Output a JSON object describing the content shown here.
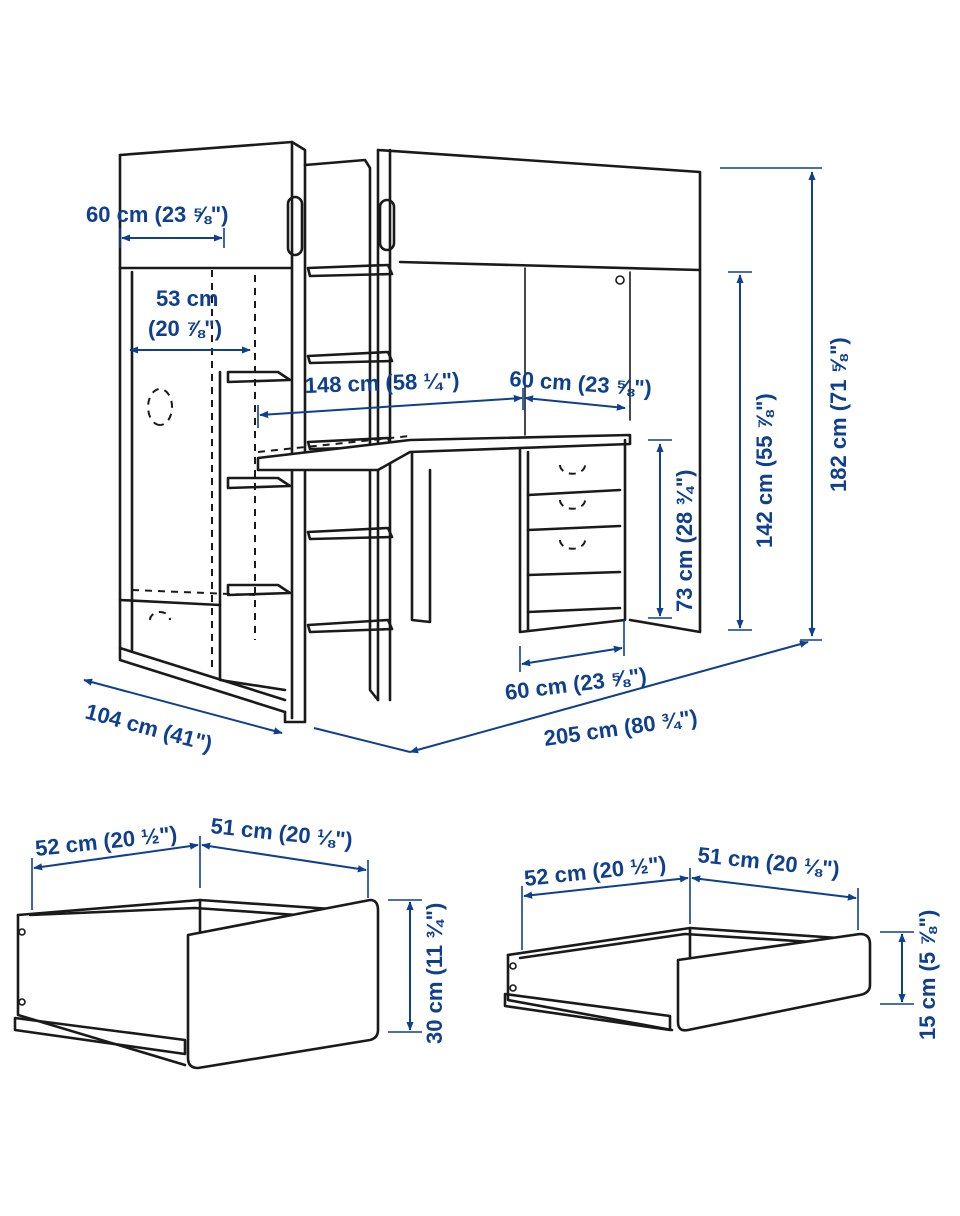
{
  "colors": {
    "dimension": "#0f3f8f",
    "outline": "#1a1a1a",
    "background": "#ffffff"
  },
  "bed": {
    "top_panel_width": "60 cm (23 ⅝\")",
    "inner_width": "53 cm",
    "inner_width_in": "(20 ⅞\")",
    "under_bed_width": "148 cm (58 ¼\")",
    "desk_unit_width": "60 cm (23 ⅝\")",
    "desk_height": "73 cm (28 ¾\")",
    "under_bed_height": "142 cm (55 ⅞\")",
    "total_height": "182 cm (71 ⅝\")",
    "desk_depth": "60 cm (23 ⅝\")",
    "total_depth": "104 cm (41\")",
    "total_length": "205 cm (80 ¾\")"
  },
  "drawer_large": {
    "depth": "52 cm (20 ½\")",
    "width": "51 cm (20 ⅛\")",
    "height": "30 cm (11 ¾\")"
  },
  "drawer_small": {
    "depth": "52 cm (20 ½\")",
    "width": "51 cm (20 ⅛\")",
    "height": "15 cm (5 ⅞\")"
  }
}
